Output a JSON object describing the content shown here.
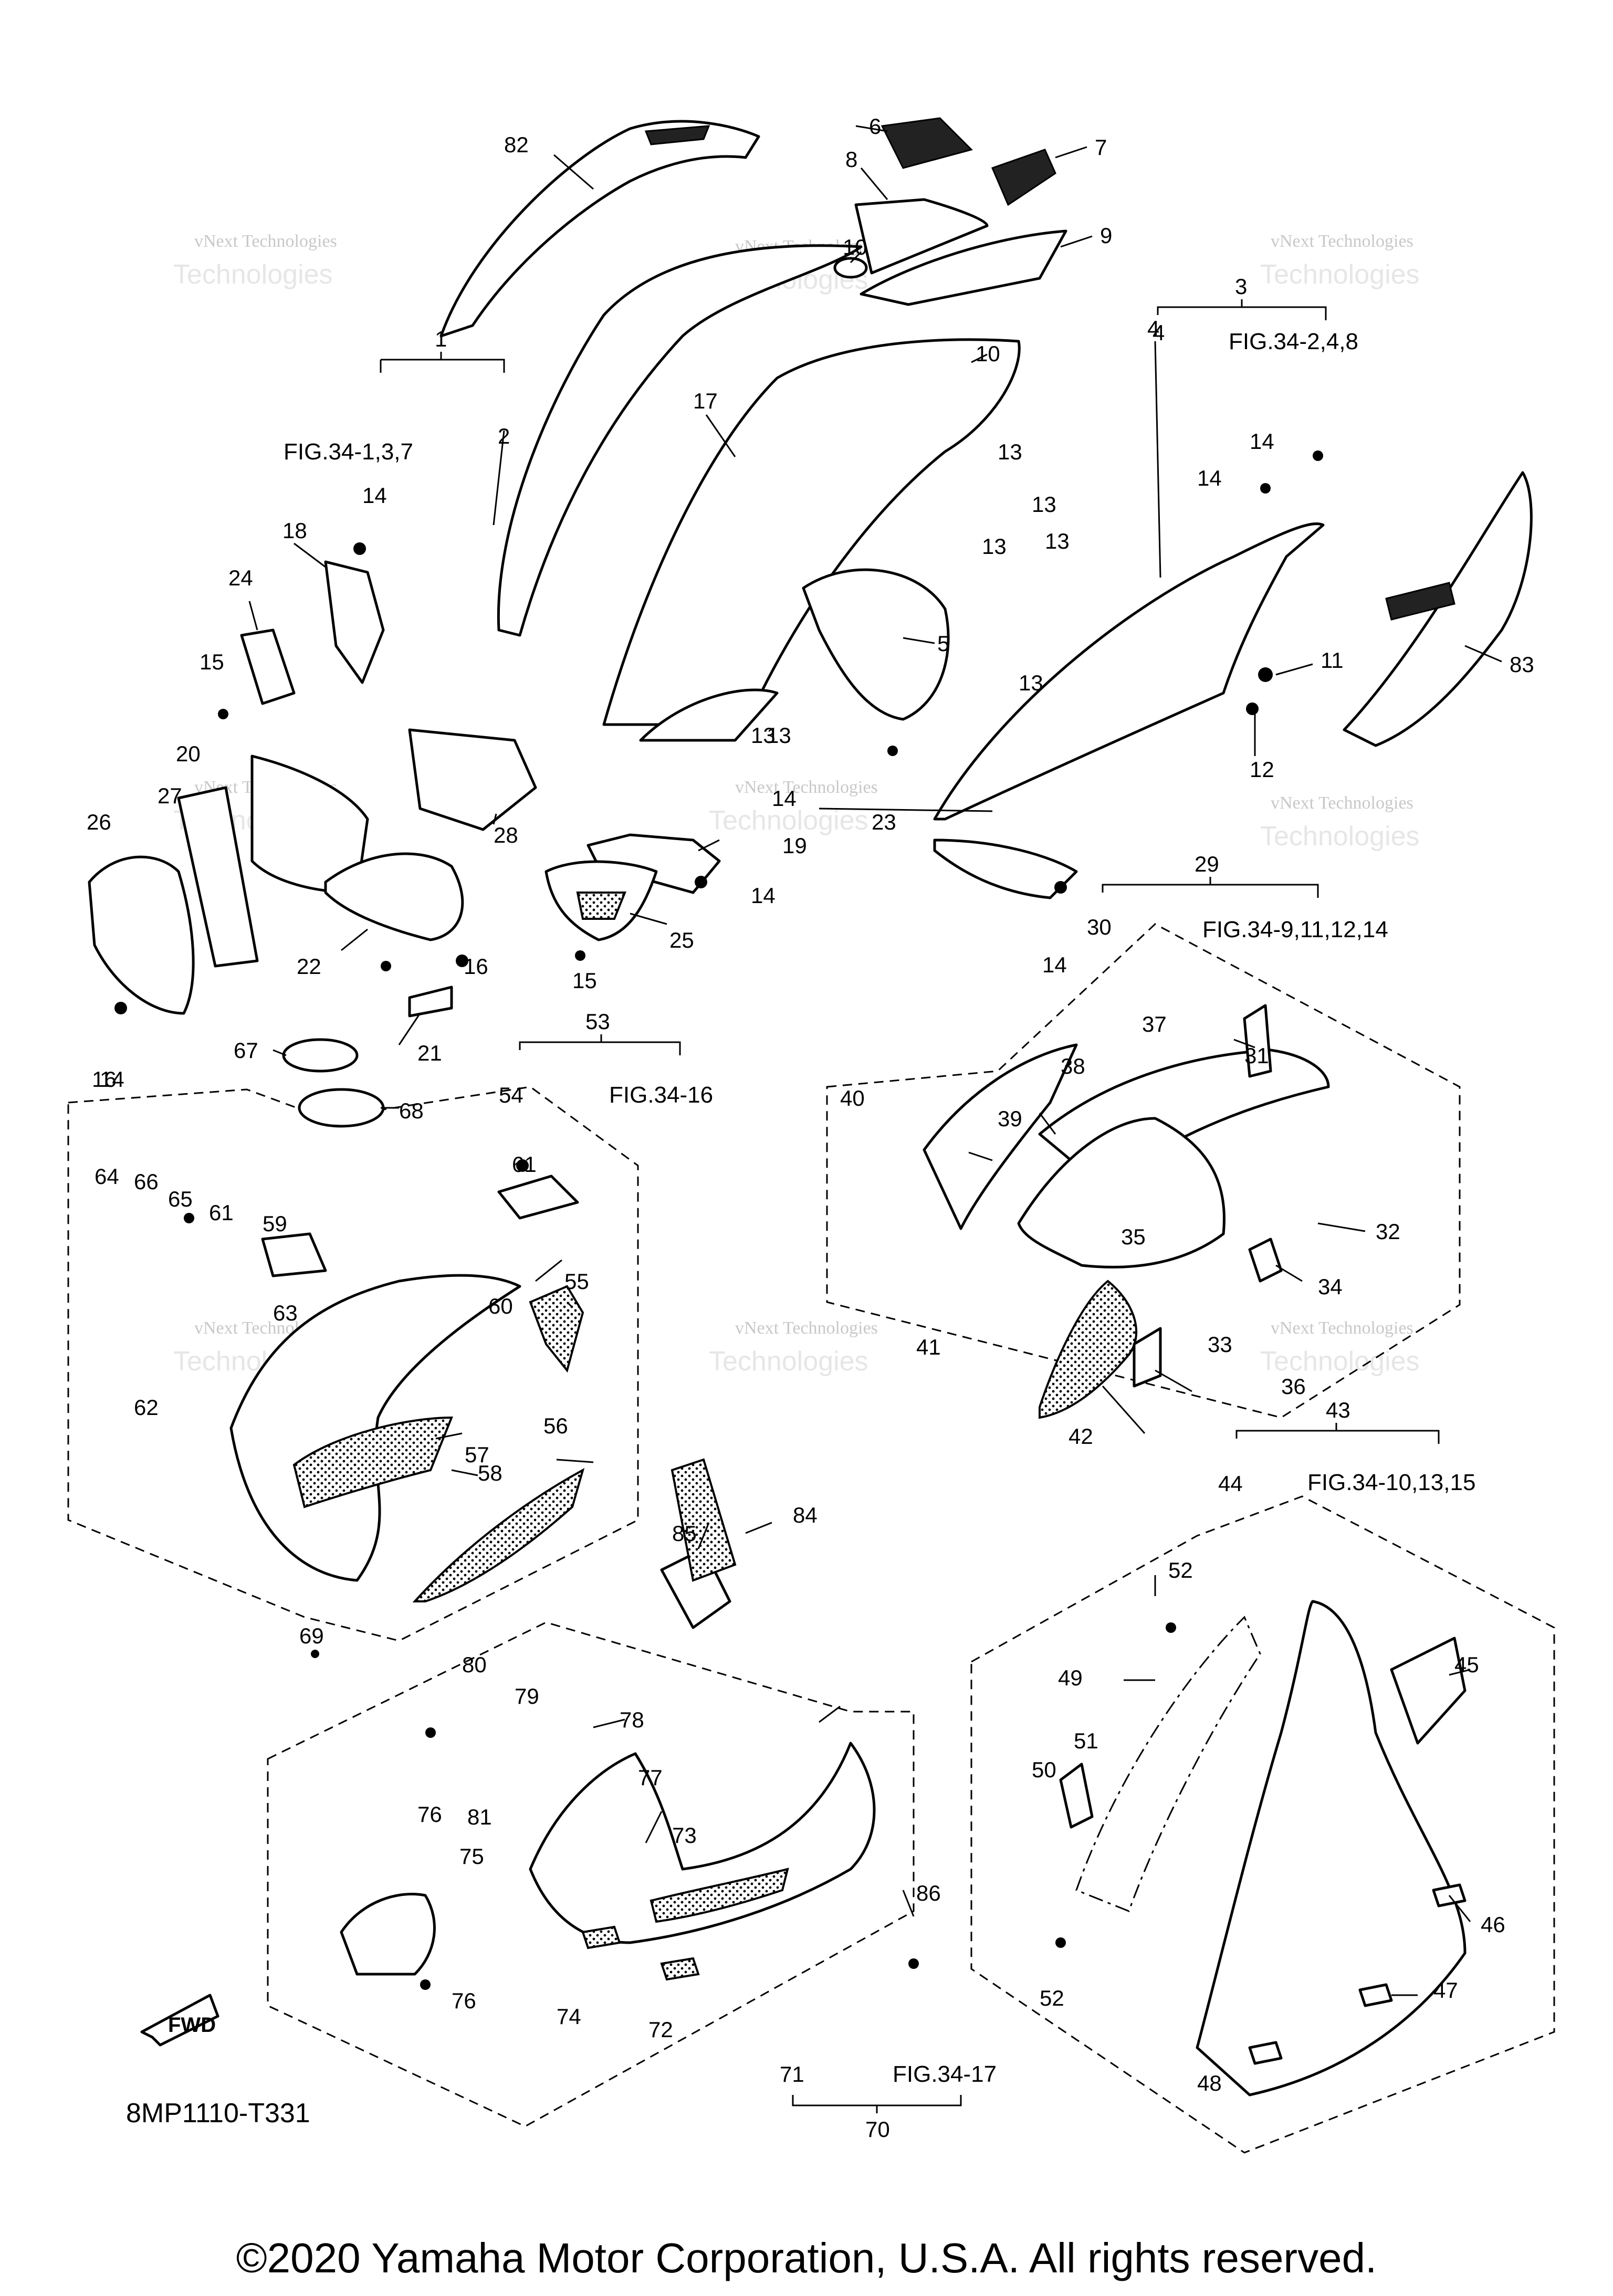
{
  "copyright": "©2020 Yamaha Motor Corporation, U.S.A. All rights reserved.",
  "drawing_code": "8MP1110-T331",
  "fwd_label": "FWD",
  "watermark": {
    "line1": "vNext Technologies",
    "line2": "Technologies"
  },
  "assemblies": [
    {
      "id": "1",
      "fig": "FIG.34-1,3,7",
      "subs": [
        "2"
      ]
    },
    {
      "id": "3",
      "fig": "FIG.34-2,4,8",
      "subs": [
        "4"
      ]
    },
    {
      "id": "29",
      "fig": "FIG.34-9,11,12,14",
      "subs": [
        "30"
      ]
    },
    {
      "id": "43",
      "fig": "FIG.34-10,13,15",
      "subs": [
        "44"
      ]
    },
    {
      "id": "53",
      "fig": "FIG.34-16",
      "subs": [
        "54"
      ]
    },
    {
      "id": "70",
      "fig": "FIG.34-17",
      "subs": [
        "71"
      ]
    }
  ],
  "part_labels": [
    "82",
    "6",
    "7",
    "8",
    "9",
    "10",
    "10",
    "17",
    "13",
    "13",
    "13",
    "13",
    "13",
    "13",
    "13",
    "14",
    "14",
    "14",
    "14",
    "14",
    "14",
    "14",
    "5",
    "4",
    "11",
    "12",
    "83",
    "18",
    "24",
    "15",
    "15",
    "20",
    "27",
    "26",
    "28",
    "19",
    "25",
    "22",
    "16",
    "16",
    "21",
    "23",
    "67",
    "68",
    "64",
    "66",
    "65",
    "61",
    "61",
    "59",
    "63",
    "62",
    "55",
    "60",
    "57",
    "56",
    "58",
    "69",
    "40",
    "38",
    "37",
    "31",
    "39",
    "32",
    "35",
    "34",
    "33",
    "41",
    "36",
    "42",
    "84",
    "85",
    "80",
    "79",
    "78",
    "76",
    "76",
    "81",
    "75",
    "77",
    "73",
    "74",
    "72",
    "86",
    "52",
    "52",
    "49",
    "45",
    "51",
    "50",
    "46",
    "47",
    "48"
  ]
}
